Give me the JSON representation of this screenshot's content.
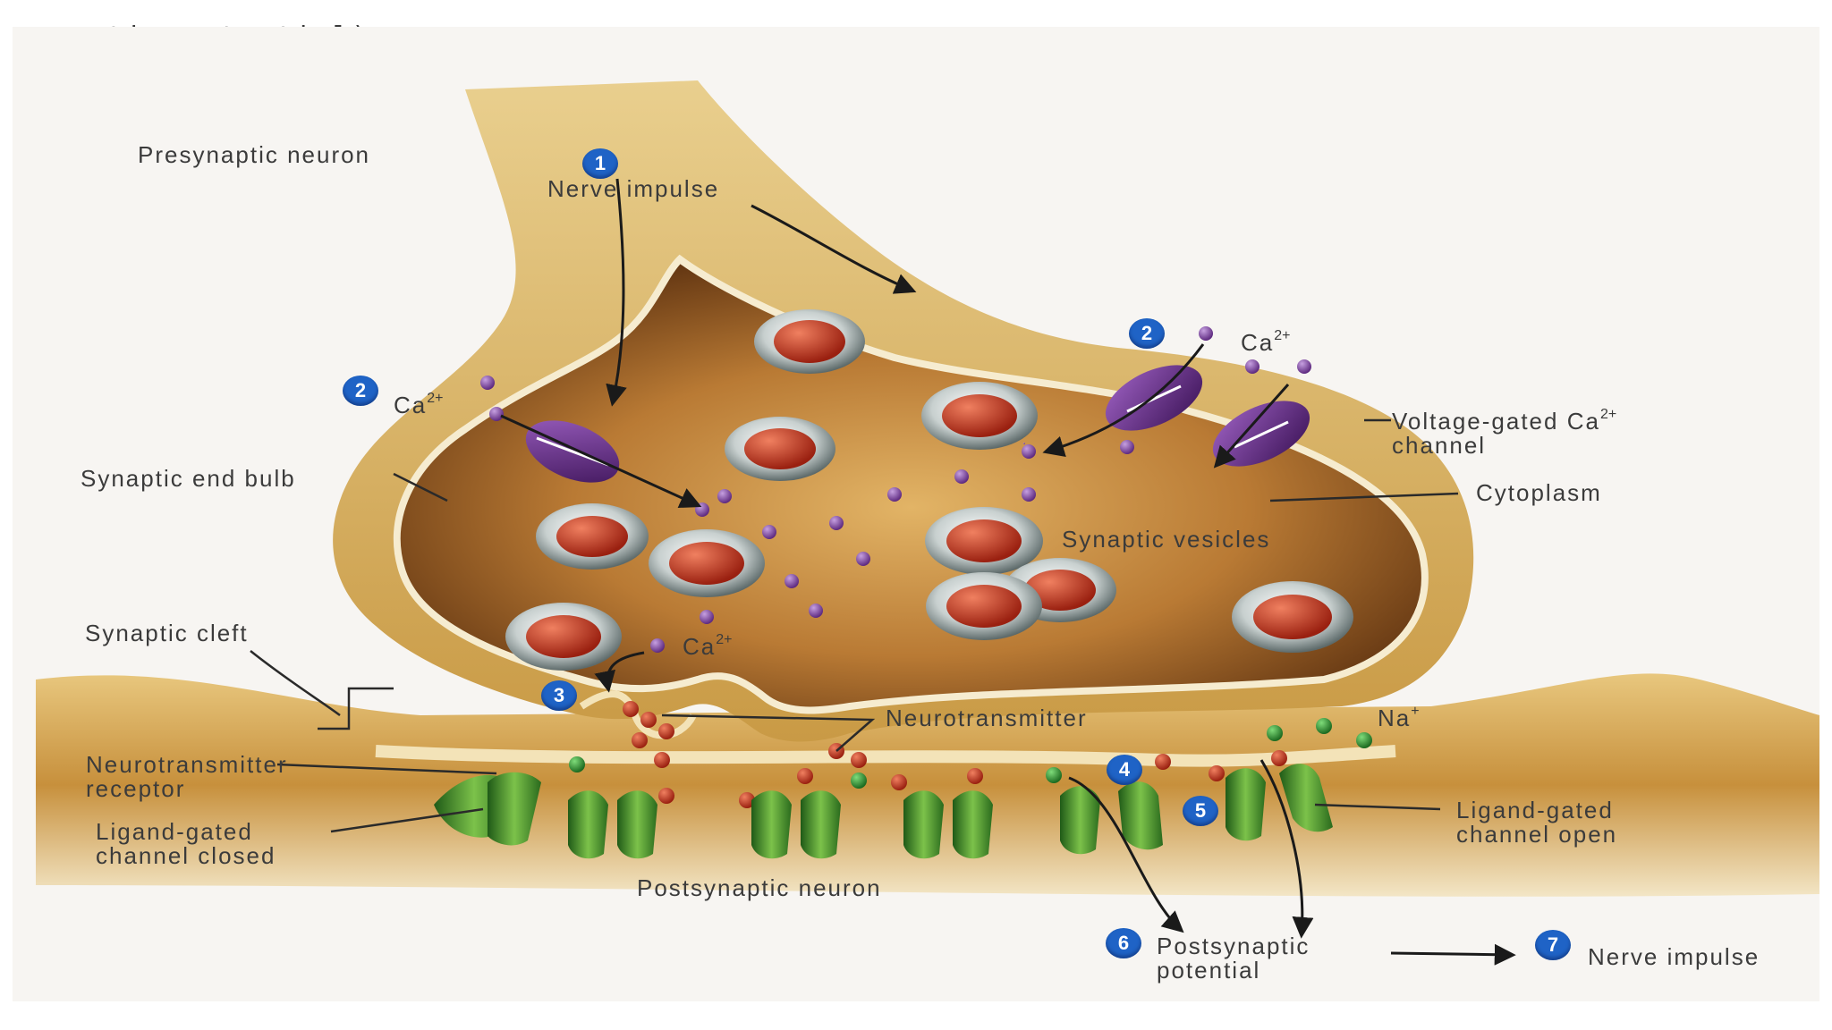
{
  "caption": "synaptic potential).",
  "labels": {
    "presynaptic_neuron": "Presynaptic neuron",
    "nerve_impulse": "Nerve impulse",
    "ca_left": "Ca",
    "ca_right": "Ca",
    "ca_bottom": "Ca",
    "ca_charge": "2+",
    "synaptic_end_bulb": "Synaptic end bulb",
    "voltage_gated_line1": "Voltage-gated Ca",
    "voltage_gated_charge": "2+",
    "voltage_gated_line2": "channel",
    "cytoplasm": "Cytoplasm",
    "synaptic_vesicles": "Synaptic vesicles",
    "synaptic_cleft": "Synaptic cleft",
    "neurotransmitter": "Neurotransmitter",
    "na": "Na",
    "na_charge": "+",
    "nt_receptor_line1": "Neurotransmitter",
    "nt_receptor_line2": "receptor",
    "ligand_closed_line1": "Ligand-gated",
    "ligand_closed_line2": "channel closed",
    "ligand_open_line1": "Ligand-gated",
    "ligand_open_line2": "channel open",
    "postsynaptic_neuron": "Postsynaptic neuron",
    "postsynaptic_potential_line1": "Postsynaptic",
    "postsynaptic_potential_line2": "potential",
    "nerve_impulse_end": "Nerve impulse"
  },
  "steps": [
    "1",
    "2",
    "2",
    "3",
    "4",
    "5",
    "6",
    "7"
  ],
  "colors": {
    "membrane": "#d9b565",
    "cytoplasm_dark": "#6b3a12",
    "cytoplasm_light": "#d9a657",
    "channel_purple": "#6a2a8a",
    "calcium": "#8a4fa8",
    "receptor_green": "#3f8f2a",
    "neurotransmitter_red": "#c0301c",
    "sodium_green": "#2f9a3a",
    "badge_blue": "#1f63c6"
  }
}
